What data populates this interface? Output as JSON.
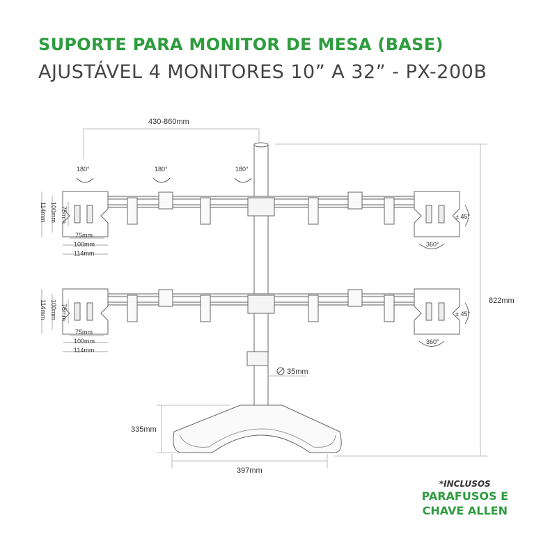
{
  "header": {
    "title": "SUPORTE PARA MONITOR DE MESA (BASE)",
    "subtitle": "AJUSTÁVEL 4 MONITORES 10” A 32” - PX-200B"
  },
  "dimensions": {
    "arm_reach": "430-860mm",
    "total_height": "822mm",
    "pole_diameter": "35mm",
    "base_depth": "335mm",
    "base_width": "397mm",
    "vesa_75": "75mm",
    "vesa_100": "100mm",
    "plate_114": "114mm",
    "rotation_180": "180°",
    "rotation_360": "360°",
    "tilt": "± 45°"
  },
  "note": {
    "included": "*INCLUSOS",
    "line1": "PARAFUSOS E",
    "line2": "CHAVE ALLEN"
  },
  "colors": {
    "accent": "#2e9c3f",
    "text": "#444444"
  }
}
